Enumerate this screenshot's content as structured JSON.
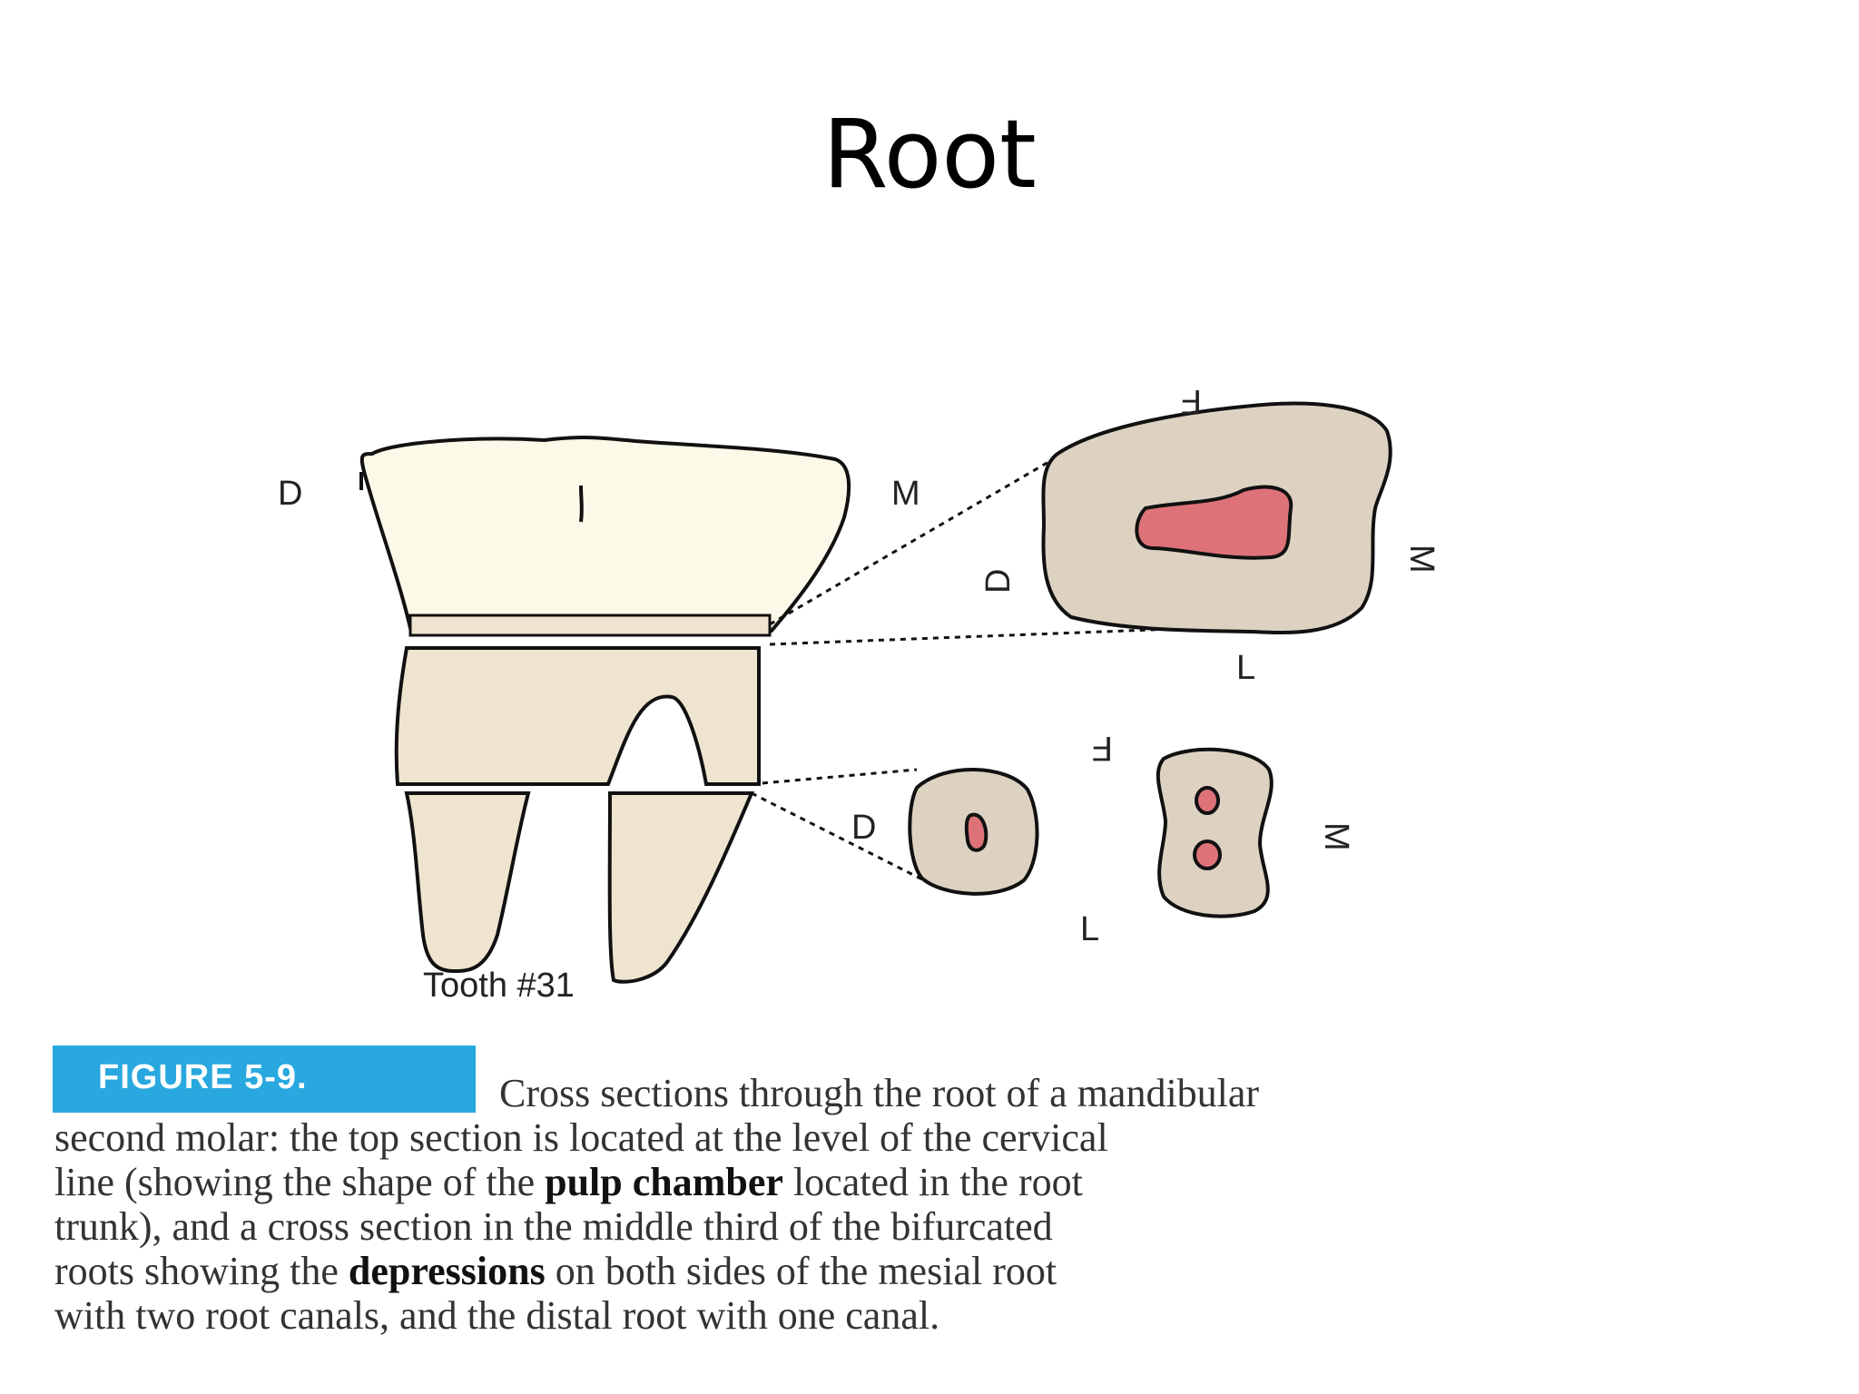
{
  "slide": {
    "title": "Root"
  },
  "figure": {
    "tooth_label": "Tooth #31",
    "labels": {
      "tooth_distal": "D",
      "tooth_mesial": "M",
      "top_section": {
        "facial": "F",
        "distal": "D",
        "mesial": "M",
        "lingual": "L"
      },
      "bottom_section": {
        "facial": "F",
        "distal": "D",
        "mesial": "M",
        "lingual": "L"
      }
    },
    "colors": {
      "crown": "#fdf9e8",
      "root": "#efe4cf",
      "section": "#ddd2c2",
      "pulp": "#dd7379",
      "outline": "#111111"
    }
  },
  "caption": {
    "badge": "FIGURE 5-9.",
    "line1": "Cross sections through the root of a mandibular",
    "line2": "second molar: the top section is located at the level of the cervical",
    "line3_a": "line (showing the shape of the ",
    "line3_bold": "pulp chamber",
    "line3_b": " located in the root",
    "line4": "trunk), and a cross section in the middle third of the bifurcated",
    "line5_a": "roots showing the ",
    "line5_bold": "depressions",
    "line5_b": " on both sides of the mesial root",
    "line6": "with two root canals, and the distal root with one canal."
  }
}
